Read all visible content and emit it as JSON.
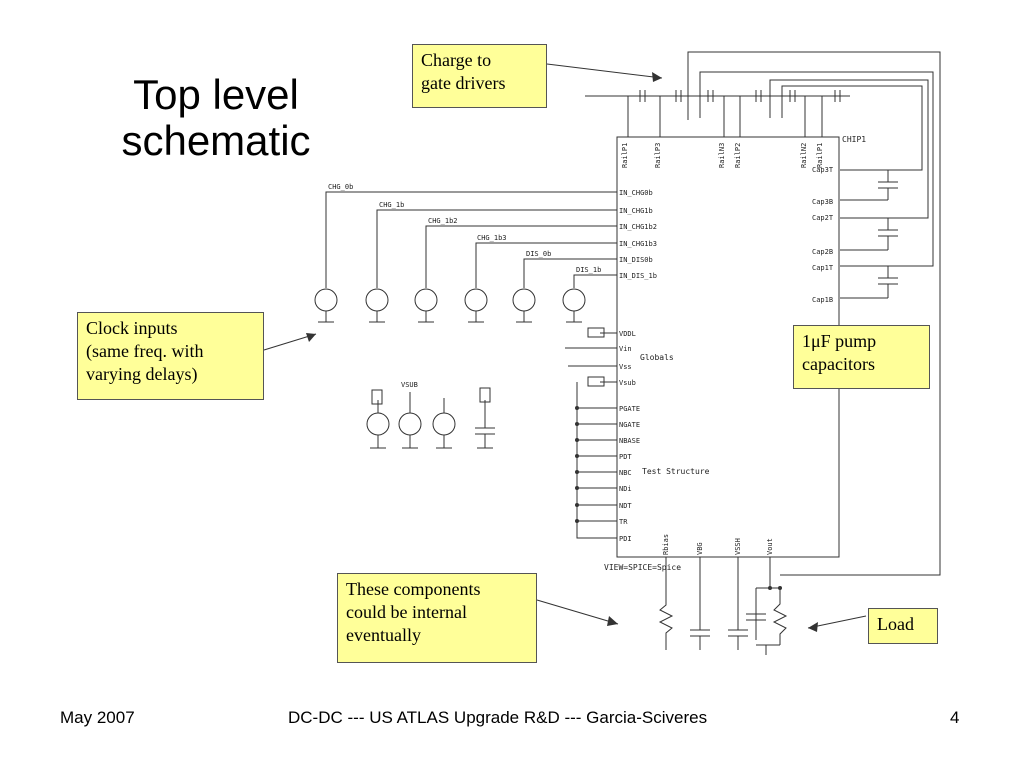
{
  "title": {
    "line1": "Top level",
    "line2": "schematic"
  },
  "callouts": {
    "charge": [
      "Charge to",
      "gate drivers"
    ],
    "clock": [
      "Clock inputs",
      "(same freq. with",
      "varying delays)"
    ],
    "pump": [
      "1μF pump",
      "capacitors"
    ],
    "internal": [
      "These components",
      "could be internal",
      "eventually"
    ],
    "load": "Load"
  },
  "footer": {
    "left": "May 2007",
    "center": "DC-DC --- US ATLAS Upgrade R&D --- Garcia-Sciveres",
    "right": "4"
  },
  "schematic": {
    "chip_label": "CHIP1",
    "view_label": "VIEW=SPICE=Spice",
    "top_rails": [
      "RailP1",
      "RailP3",
      "RailN3",
      "RailP2",
      "RailN2",
      "RailP1"
    ],
    "left_pins": [
      "IN_CHG0b",
      "IN_CHG1b",
      "IN_CHG1b2",
      "IN_CHG1b3",
      "IN_DIS0b",
      "IN_DIS_1b"
    ],
    "net_labels": [
      "CHG_0b",
      "CHG_1b",
      "CHG_1b2",
      "CHG_1b3",
      "DIS_0b",
      "DIS_1b"
    ],
    "global_pins": [
      "VDDL",
      "Vin",
      "Vss",
      "Vsub"
    ],
    "globals_label": "Globals",
    "test_pins": [
      "PGATE",
      "NGATE",
      "NBASE",
      "PDT",
      "NBC",
      "NDi",
      "NDT",
      "TR",
      "PDI"
    ],
    "test_label": "Test Structure",
    "right_pins": [
      "Cap3T",
      "Cap3B",
      "Cap2T",
      "Cap2B",
      "Cap1T",
      "Cap1B"
    ],
    "bottom_pins": [
      "Rbias",
      "VBG",
      "VSSH",
      "Vout"
    ],
    "vsub_label": "VSUB"
  }
}
